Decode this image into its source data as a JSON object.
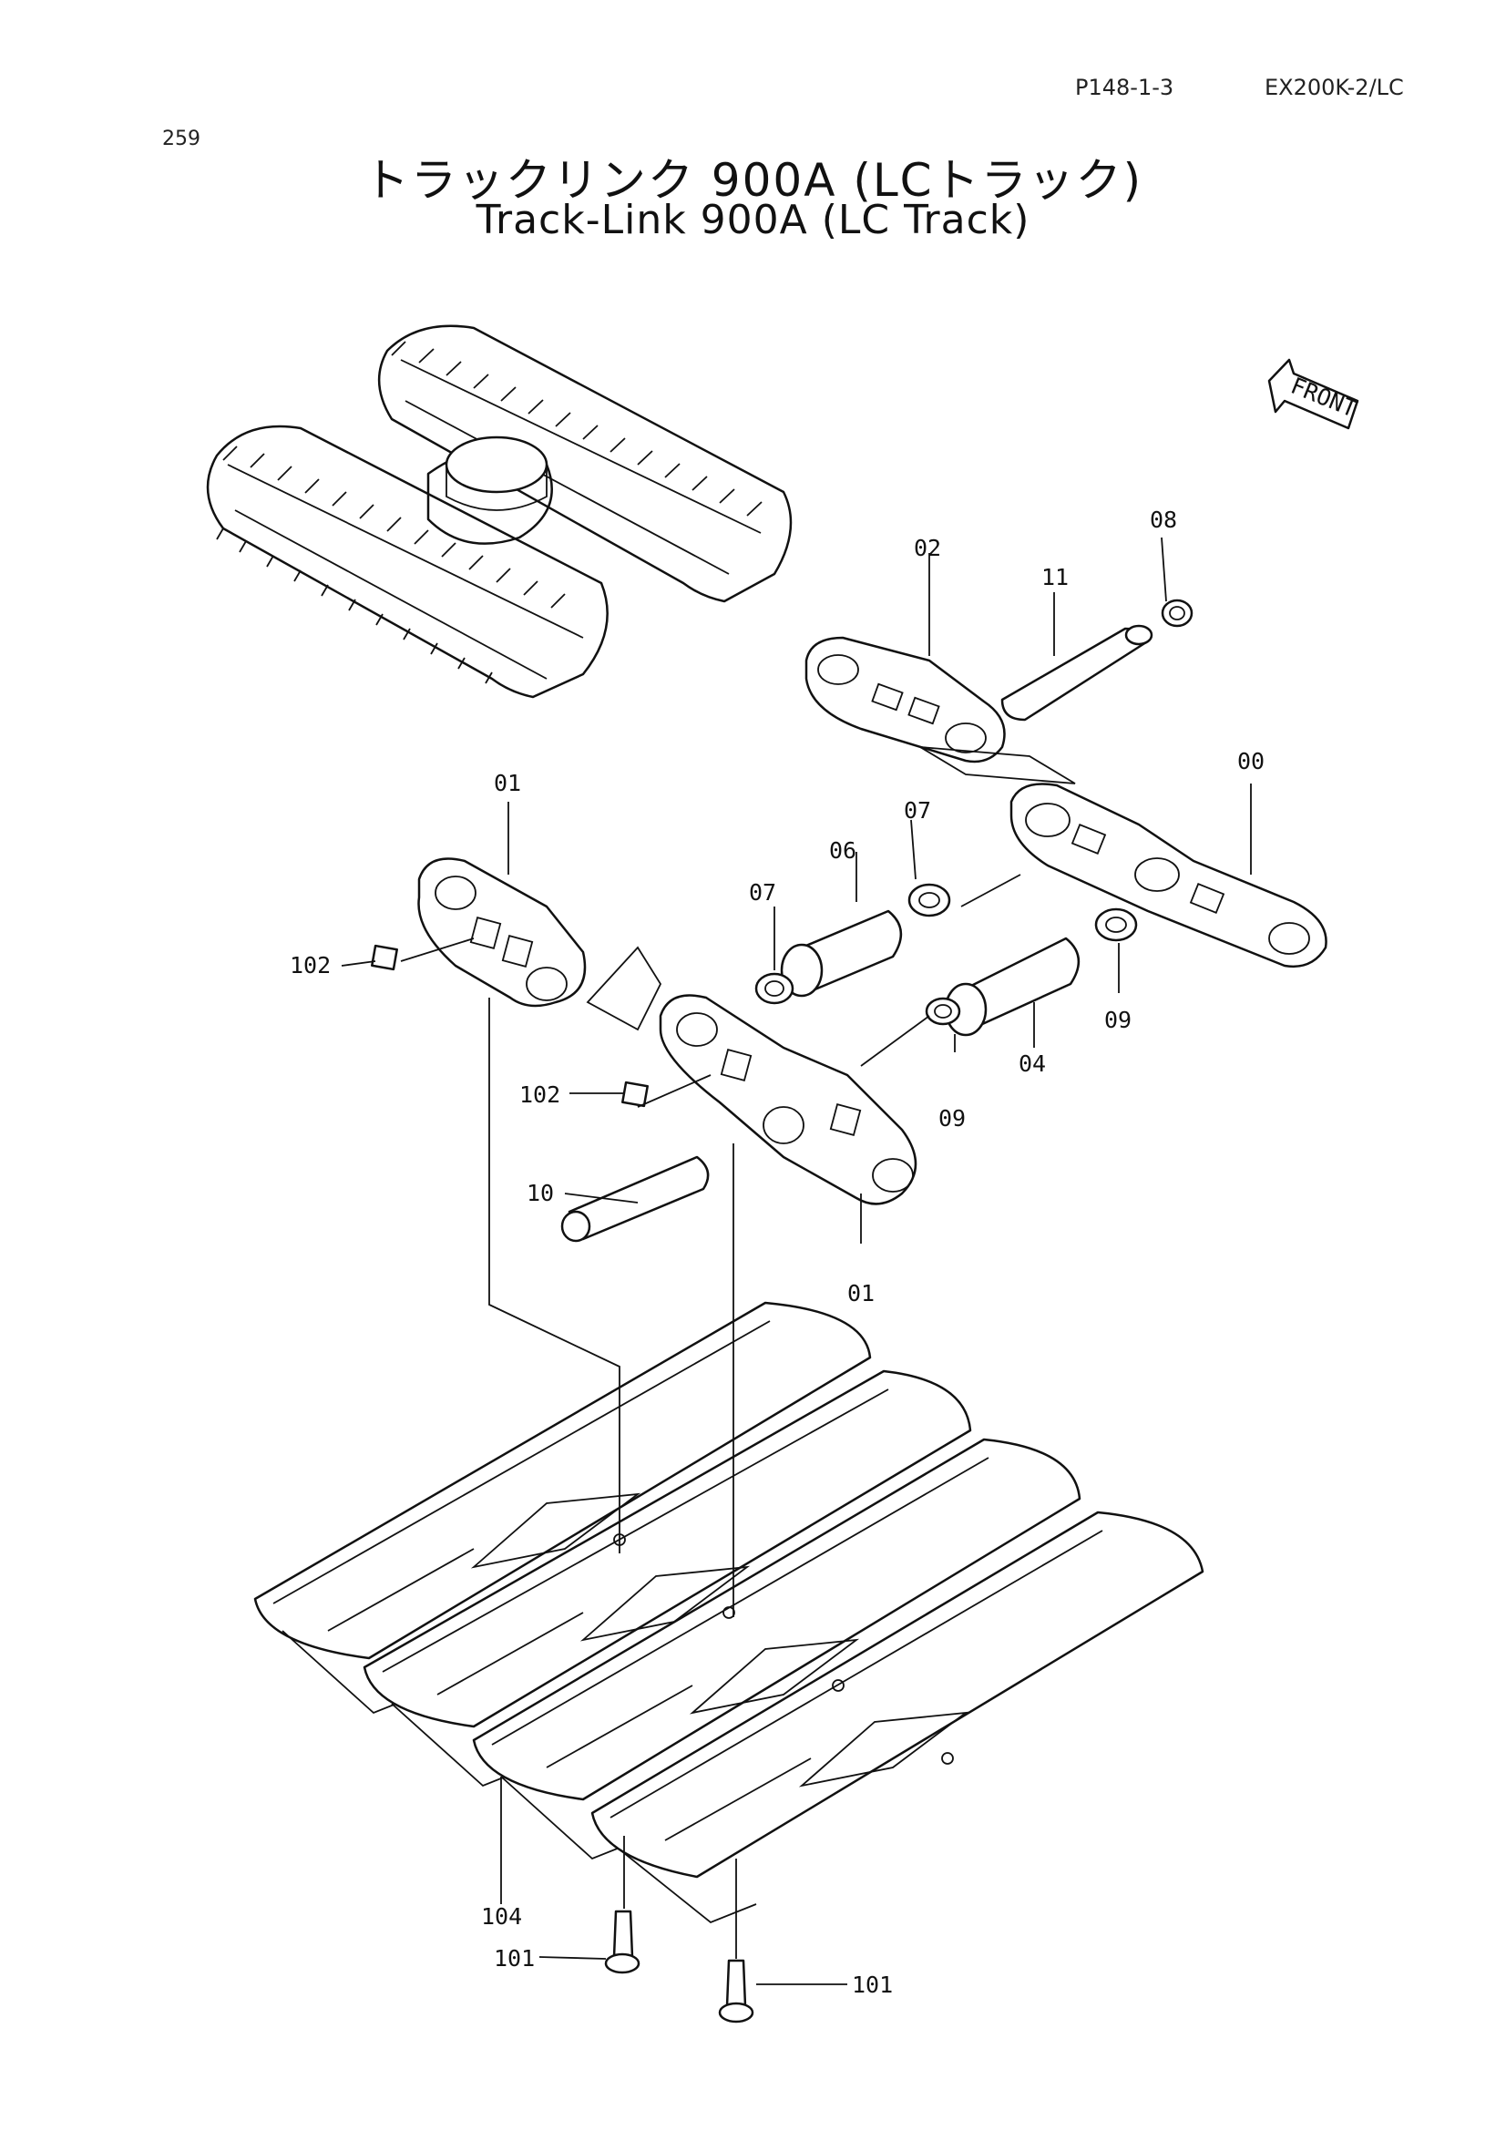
{
  "header": {
    "page_ref": "P148-1-3",
    "model": "EX200K-2/LC",
    "page_number": "259"
  },
  "title": {
    "japanese": "トラックリンク 900A (LCトラック)",
    "english": "Track-Link 900A (LC Track)"
  },
  "front_marker": "FRONT",
  "callouts": [
    "00",
    "01",
    "01",
    "02",
    "04",
    "06",
    "07",
    "07",
    "08",
    "09",
    "09",
    "10",
    "11",
    "101",
    "101",
    "102",
    "102",
    "104"
  ]
}
